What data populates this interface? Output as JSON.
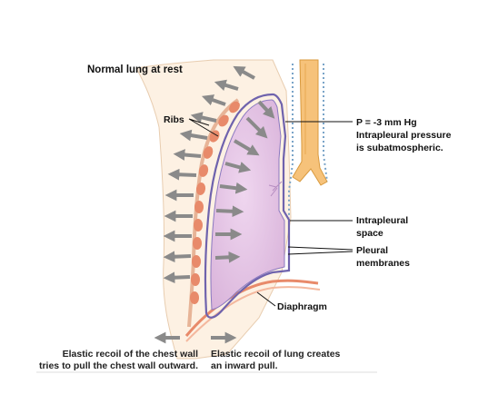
{
  "title": "Normal lung at rest",
  "labels": {
    "ribs": "Ribs",
    "pressure_line1": "P = -3 mm Hg",
    "pressure_line2": "Intrapleural pressure",
    "pressure_line3": "is subatmospheric.",
    "space_line1": "Intrapleural",
    "space_line2": "space",
    "membranes_line1": "Pleural",
    "membranes_line2": "membranes",
    "diaphragm": "Diaphragm"
  },
  "captions": {
    "chest_line1": "Elastic recoil of the chest wall",
    "chest_line2": "tries to pull the chest wall outward.",
    "lung_line1": "Elastic recoil of lung creates",
    "lung_line2": "an inward pull."
  },
  "colors": {
    "lung_fill": "#e6c8e6",
    "pleura_outline": "#6f63ad",
    "rib": "#e88a6a",
    "body_skin": "#fdf1e3",
    "trachea": "#f6c27a",
    "arrow": "#8a8a8a"
  }
}
